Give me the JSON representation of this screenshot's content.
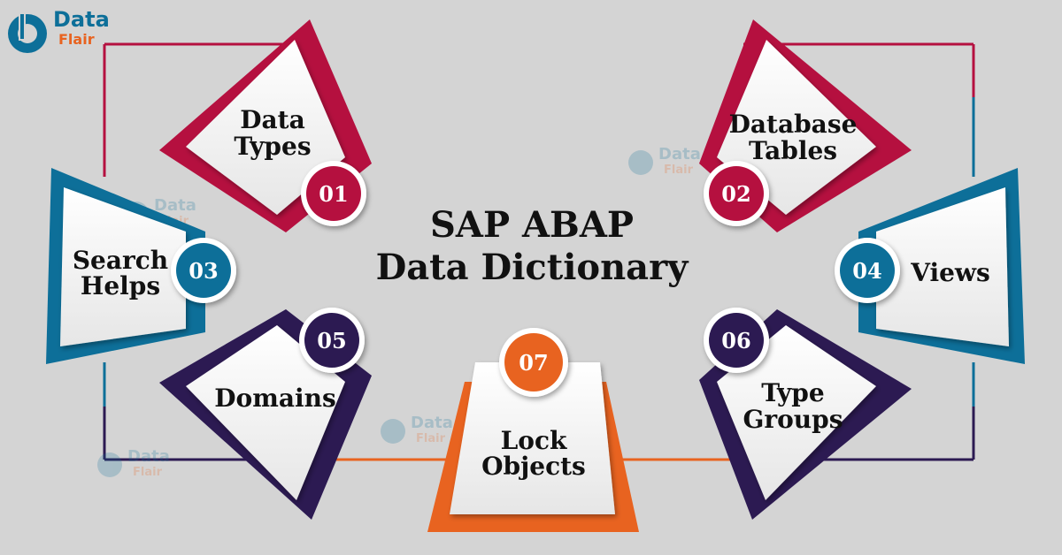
{
  "logo": {
    "line1": "Data",
    "line2": "Flair"
  },
  "title": {
    "line1": "SAP ABAP",
    "line2": "Data Dictionary"
  },
  "items": [
    {
      "num": "01",
      "line1": "Data",
      "line2": "Types",
      "color": "#b5103f"
    },
    {
      "num": "02",
      "line1": "Database",
      "line2": "Tables",
      "color": "#b5103f"
    },
    {
      "num": "03",
      "line1": "Search",
      "line2": "Helps",
      "color": "#0d6f99"
    },
    {
      "num": "04",
      "line1": "Views",
      "line2": "",
      "color": "#0d6f99"
    },
    {
      "num": "05",
      "line1": "Domains",
      "line2": "",
      "color": "#2c1a52"
    },
    {
      "num": "06",
      "line1": "Type",
      "line2": "Groups",
      "color": "#2c1a52"
    },
    {
      "num": "07",
      "line1": "Lock",
      "line2": "Objects",
      "color": "#e86320"
    }
  ],
  "watermark": {
    "line1": "Data",
    "line2": "Flair"
  }
}
